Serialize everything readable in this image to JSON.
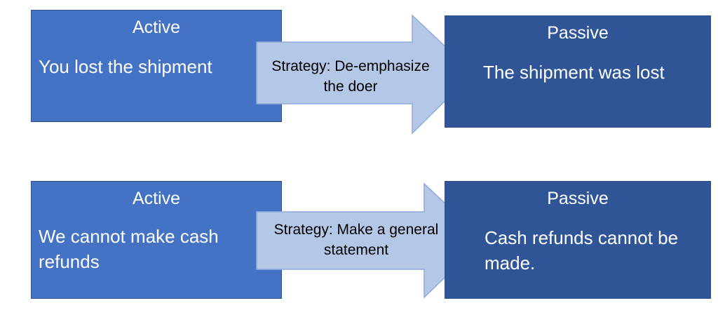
{
  "rows": [
    {
      "active": {
        "title": "Active",
        "text": "You lost the shipment"
      },
      "strategy": "Strategy: De-emphasize the doer",
      "passive": {
        "title": "Passive",
        "text": "The shipment was lost"
      }
    },
    {
      "active": {
        "title": "Active",
        "text": "We cannot make cash refunds"
      },
      "strategy": "Strategy: Make a general statement",
      "passive": {
        "title": "Passive",
        "text": "Cash refunds cannot be made."
      }
    }
  ],
  "colors": {
    "active_fill": "#4472c4",
    "passive_fill": "#2f5597",
    "arrow_fill": "#b4c7e7",
    "arrow_stroke": "#8faadc"
  }
}
